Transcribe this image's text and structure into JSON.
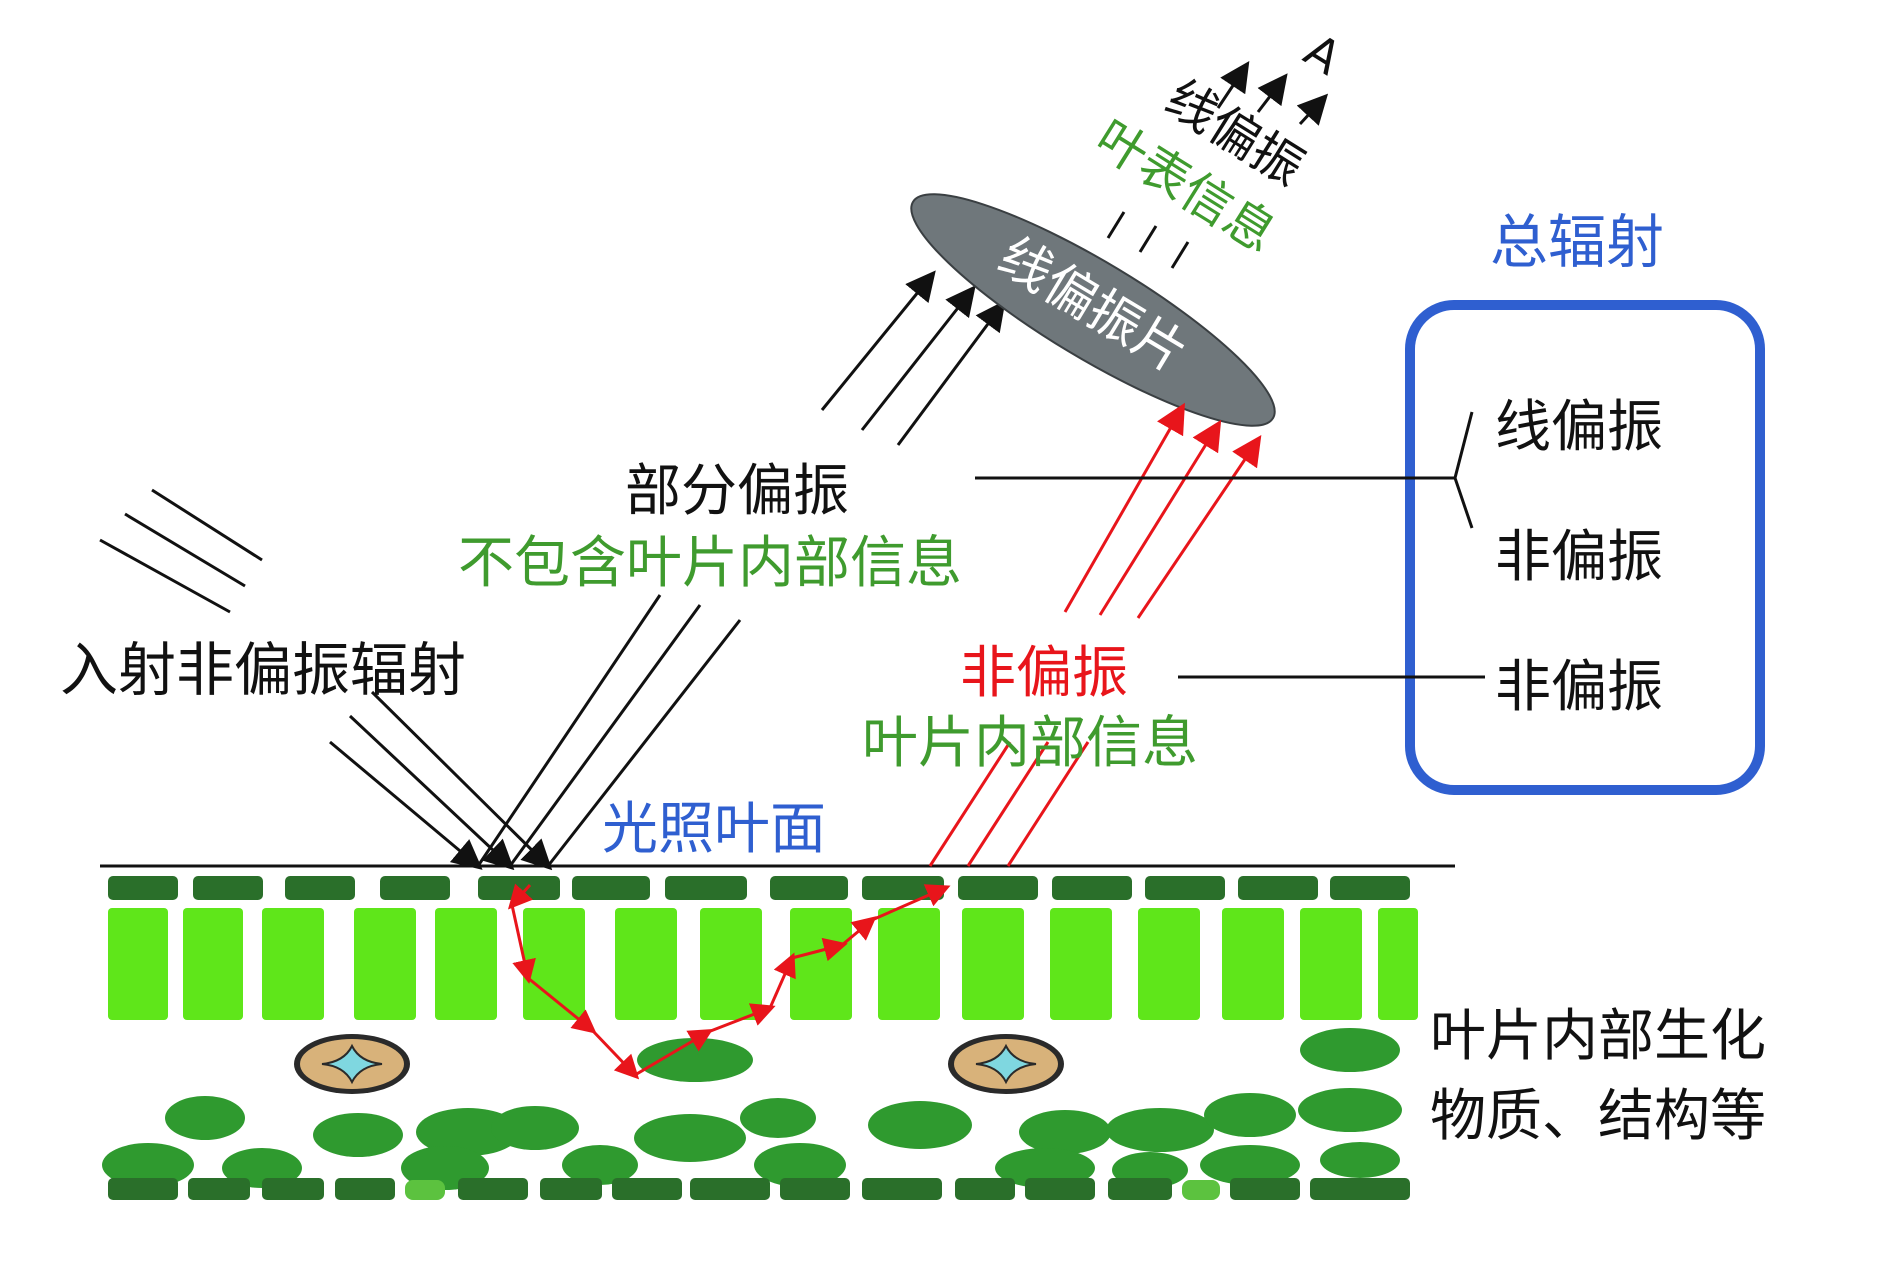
{
  "labels": {
    "incident": "入射非偏振辐射",
    "partial_polarized": "部分偏振",
    "no_internal_info": "不包含叶片内部信息",
    "polarizer": "线偏振片",
    "linear_polarized_top": "线偏振",
    "surface_info": "叶表信息",
    "point_a": "A",
    "unpolarized_red": "非偏振",
    "internal_info": "叶片内部信息",
    "lit_surface": "光照叶面",
    "total_radiation": "总辐射",
    "box_linear": "线偏振",
    "box_unpolarized_1": "非偏振",
    "box_unpolarized_2": "非偏振",
    "internal_properties_line1": "叶片内部生化",
    "internal_properties_line2": "物质、结构等"
  },
  "colors": {
    "green_text": "#3f9b2e",
    "red": "#e8151b",
    "blue": "#2f5fd0",
    "black": "#111111",
    "polarizer": "#6f777b",
    "epidermis": "#2a6f2a",
    "palisade": "#5fe61a",
    "spongy": "#2f9a2f",
    "spongy_light": "#5cc23f",
    "vein_ring": "#d8b27a",
    "vein_center": "#7fd7e0"
  }
}
